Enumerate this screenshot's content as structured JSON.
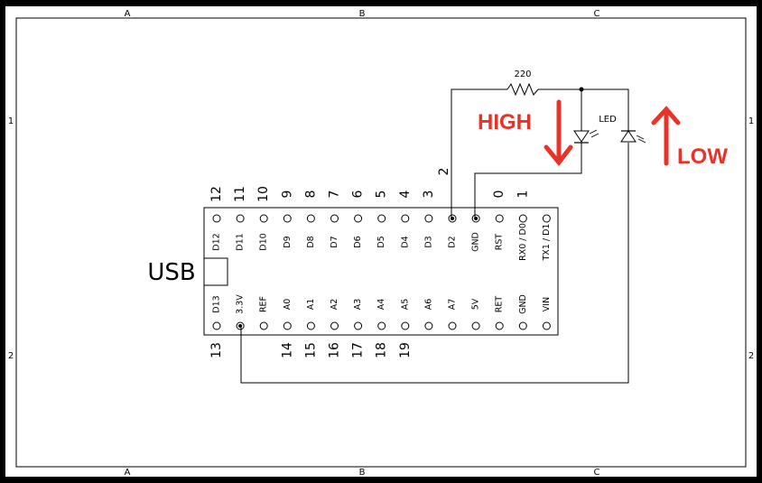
{
  "sheet": {
    "column_labels": [
      "A",
      "B",
      "C"
    ],
    "row_labels": [
      "1",
      "2"
    ]
  },
  "board": {
    "usb_label": "USB",
    "top_pin_numbers": [
      "12",
      "11",
      "10",
      "9",
      "8",
      "7",
      "6",
      "5",
      "4",
      "3",
      "",
      "",
      "0",
      "1"
    ],
    "top_pin_labels": [
      "D12",
      "D11",
      "D10",
      "D9",
      "D8",
      "D7",
      "D6",
      "D5",
      "D4",
      "D3",
      "D2",
      "GND",
      "RST",
      "RX0 / D0",
      "TX1 / D1"
    ],
    "bottom_pin_labels": [
      "D13",
      "3.3V",
      "REF",
      "A0",
      "A1",
      "A2",
      "A3",
      "A4",
      "A5",
      "A6",
      "A7",
      "5V",
      "RET",
      "GND",
      "VIN"
    ],
    "bottom_pin_numbers": [
      "13",
      "",
      "",
      "14",
      "15",
      "16",
      "17",
      "18",
      "19",
      "",
      "",
      "",
      "",
      "",
      ""
    ]
  },
  "circuit": {
    "d2_number": "2",
    "resistor_label": "220",
    "led_label": "LED"
  },
  "annotations": {
    "high_label": "HIGH",
    "low_label": "LOW",
    "arrow_color": "#e8322a"
  }
}
